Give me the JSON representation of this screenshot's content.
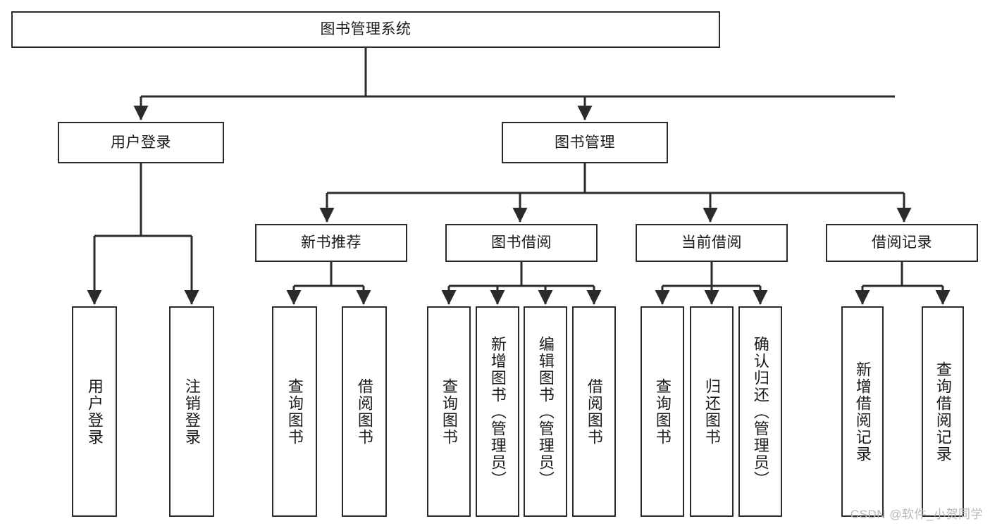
{
  "diagram": {
    "title": "图书管理系统",
    "watermark": "CSDN @软件_小贺同学",
    "colors": {
      "stroke": "#2b2b2b",
      "fill": "#ffffff",
      "text": "#1a1a1a",
      "watermark": "#b9b9b9"
    },
    "root": {
      "label": "图书管理系统"
    },
    "level2": [
      {
        "label": "用户登录"
      },
      {
        "label": "图书管理"
      }
    ],
    "level3": [
      {
        "label": "新书推荐"
      },
      {
        "label": "图书借阅"
      },
      {
        "label": "当前借阅"
      },
      {
        "label": "借阅记录"
      }
    ],
    "leaves": {
      "user_login": [
        {
          "label": "用户登录"
        },
        {
          "label": "注销登录"
        }
      ],
      "new_book_recommend": [
        {
          "label": "查询图书"
        },
        {
          "label": "借阅图书"
        }
      ],
      "book_borrow": [
        {
          "label": "查询图书"
        },
        {
          "label": "新增图书（管理员）"
        },
        {
          "label": "编辑图书（管理员）"
        },
        {
          "label": "借阅图书"
        }
      ],
      "current_borrow": [
        {
          "label": "查询图书"
        },
        {
          "label": "归还图书"
        },
        {
          "label": "确认归还（管理员）"
        }
      ],
      "borrow_record": [
        {
          "label": "新增借阅记录"
        },
        {
          "label": "查询借阅记录"
        }
      ]
    }
  }
}
